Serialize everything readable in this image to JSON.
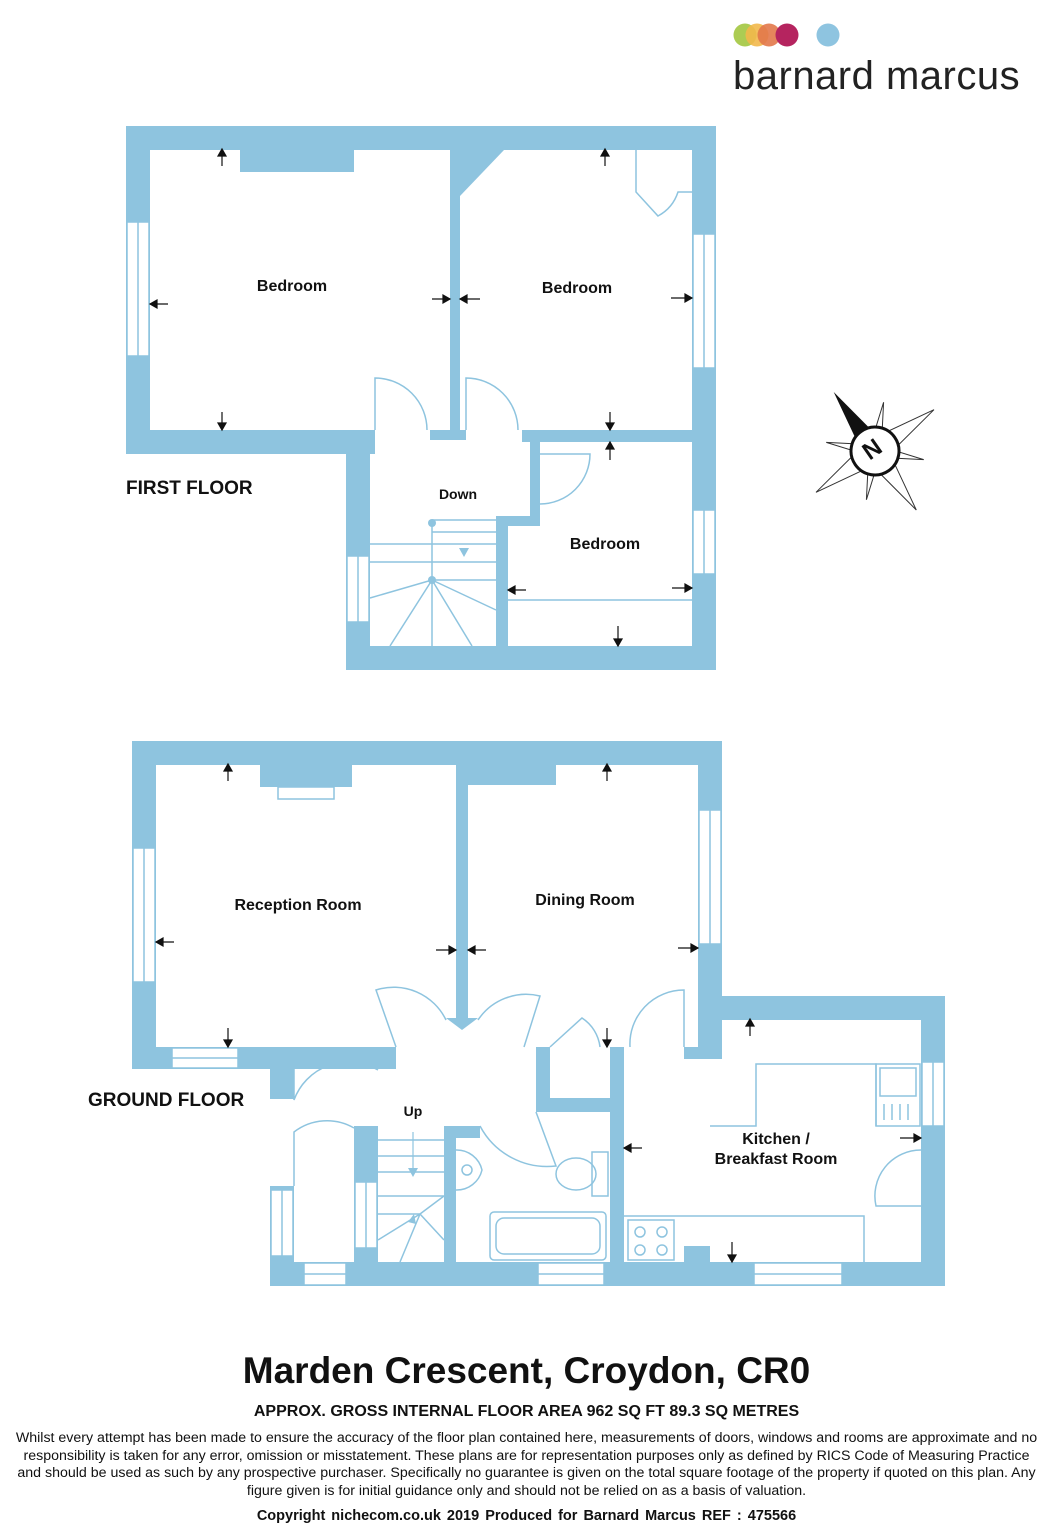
{
  "brand": {
    "name": "barnard marcus",
    "dot_colors": [
      "#a8c94a",
      "#f2b84b",
      "#e2784a",
      "#b5245f",
      "#8ec4e0"
    ]
  },
  "colors": {
    "wall": "#8ec4df",
    "line": "#8ec4df",
    "text": "#111111"
  },
  "first_floor": {
    "label": "FIRST FLOOR",
    "rooms": {
      "bedroom_1": "Bedroom",
      "bedroom_2": "Bedroom",
      "bedroom_3": "Bedroom"
    },
    "stairs_label": "Down"
  },
  "ground_floor": {
    "label": "GROUND FLOOR",
    "rooms": {
      "reception": "Reception Room",
      "dining": "Dining Room",
      "kitchen_line1": "Kitchen /",
      "kitchen_line2": "Breakfast Room"
    },
    "stairs_label": "Up"
  },
  "compass": {
    "letter": "N"
  },
  "address": "Marden Crescent, Croydon, CR0",
  "area": "APPROX. GROSS INTERNAL FLOOR AREA 962 SQ FT 89.3 SQ METRES",
  "disclaimer": "Whilst every attempt has been made to ensure the accuracy of the floor plan contained here, measurements of doors, windows and rooms are approximate and no responsibility is taken for any error, omission or misstatement. These plans are for representation purposes only as defined by RICS Code of Measuring Practice and should be used as such by any prospective purchaser.  Specifically no guarantee is given on the total square footage of the property if quoted on this plan. Any figure given is for initial guidance only and should not be relied on as a basis of valuation.",
  "footer": "Copyright nichecom.co.uk 2019   Produced for Barnard Marcus   REF : 475566"
}
